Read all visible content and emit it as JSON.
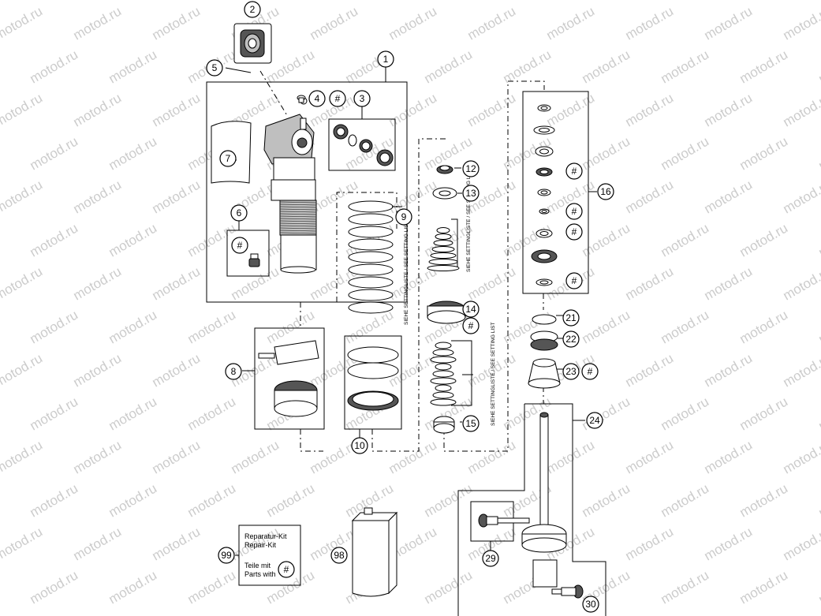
{
  "watermark": "motod.ru",
  "setting_label": "SIEHE SETTINGLISTE / SEE SETTING LIST",
  "callouts": [
    {
      "id": "1",
      "label": "1"
    },
    {
      "id": "2",
      "label": "2"
    },
    {
      "id": "3",
      "label": "3"
    },
    {
      "id": "4",
      "label": "4"
    },
    {
      "id": "5",
      "label": "5"
    },
    {
      "id": "6",
      "label": "6"
    },
    {
      "id": "7",
      "label": "7"
    },
    {
      "id": "8",
      "label": "8"
    },
    {
      "id": "9",
      "label": "9"
    },
    {
      "id": "10",
      "label": "10"
    },
    {
      "id": "12",
      "label": "12"
    },
    {
      "id": "13",
      "label": "13"
    },
    {
      "id": "14",
      "label": "14"
    },
    {
      "id": "15",
      "label": "15"
    },
    {
      "id": "16",
      "label": "16"
    },
    {
      "id": "21",
      "label": "21"
    },
    {
      "id": "22",
      "label": "22"
    },
    {
      "id": "23",
      "label": "23"
    },
    {
      "id": "24",
      "label": "24"
    },
    {
      "id": "29",
      "label": "29"
    },
    {
      "id": "30",
      "label": "30"
    },
    {
      "id": "98",
      "label": "98"
    },
    {
      "id": "99",
      "label": "99"
    }
  ],
  "hash_symbol": "#",
  "repair_kit": {
    "line1": "Reparatur-Kit",
    "line2": "Repair-Kit",
    "line3": "Teile mit",
    "line4": "Parts with"
  }
}
